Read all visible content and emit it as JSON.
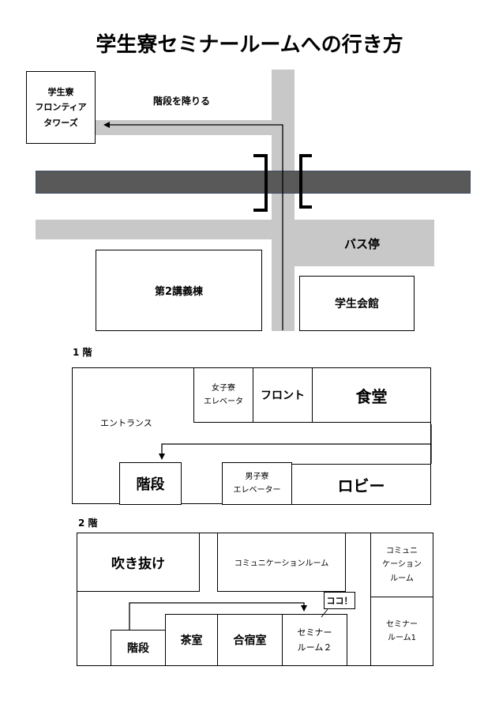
{
  "title": "学生寮セミナールームへの行き方",
  "campus": {
    "dorm_tower": "学生寮\nフロンティア\nタワーズ",
    "stairs_down": "階段を降りる",
    "bus_stop": "バス停",
    "lecture_building": "第2講義棟",
    "student_hall": "学生会館"
  },
  "floor1": {
    "label": "1 階",
    "womens_elevator": "女子寮\nエレベータ",
    "front": "フロント",
    "cafeteria": "食堂",
    "entrance": "エントランス",
    "stairs": "階段",
    "mens_elevator": "男子寮\nエレベーター",
    "lobby": "ロビー"
  },
  "floor2": {
    "label": "2 階",
    "atrium": "吹き抜け",
    "communication_room": "コミュニケーションルーム",
    "communication_room_small": "コミュニ\nケーション\nルーム",
    "here": "ココ！",
    "stairs": "階段",
    "tea_room": "茶室",
    "lodging_room": "合宿室",
    "seminar_room_2": "セミナー\nルーム２",
    "seminar_room_1": "セミナー\nルーム1"
  }
}
